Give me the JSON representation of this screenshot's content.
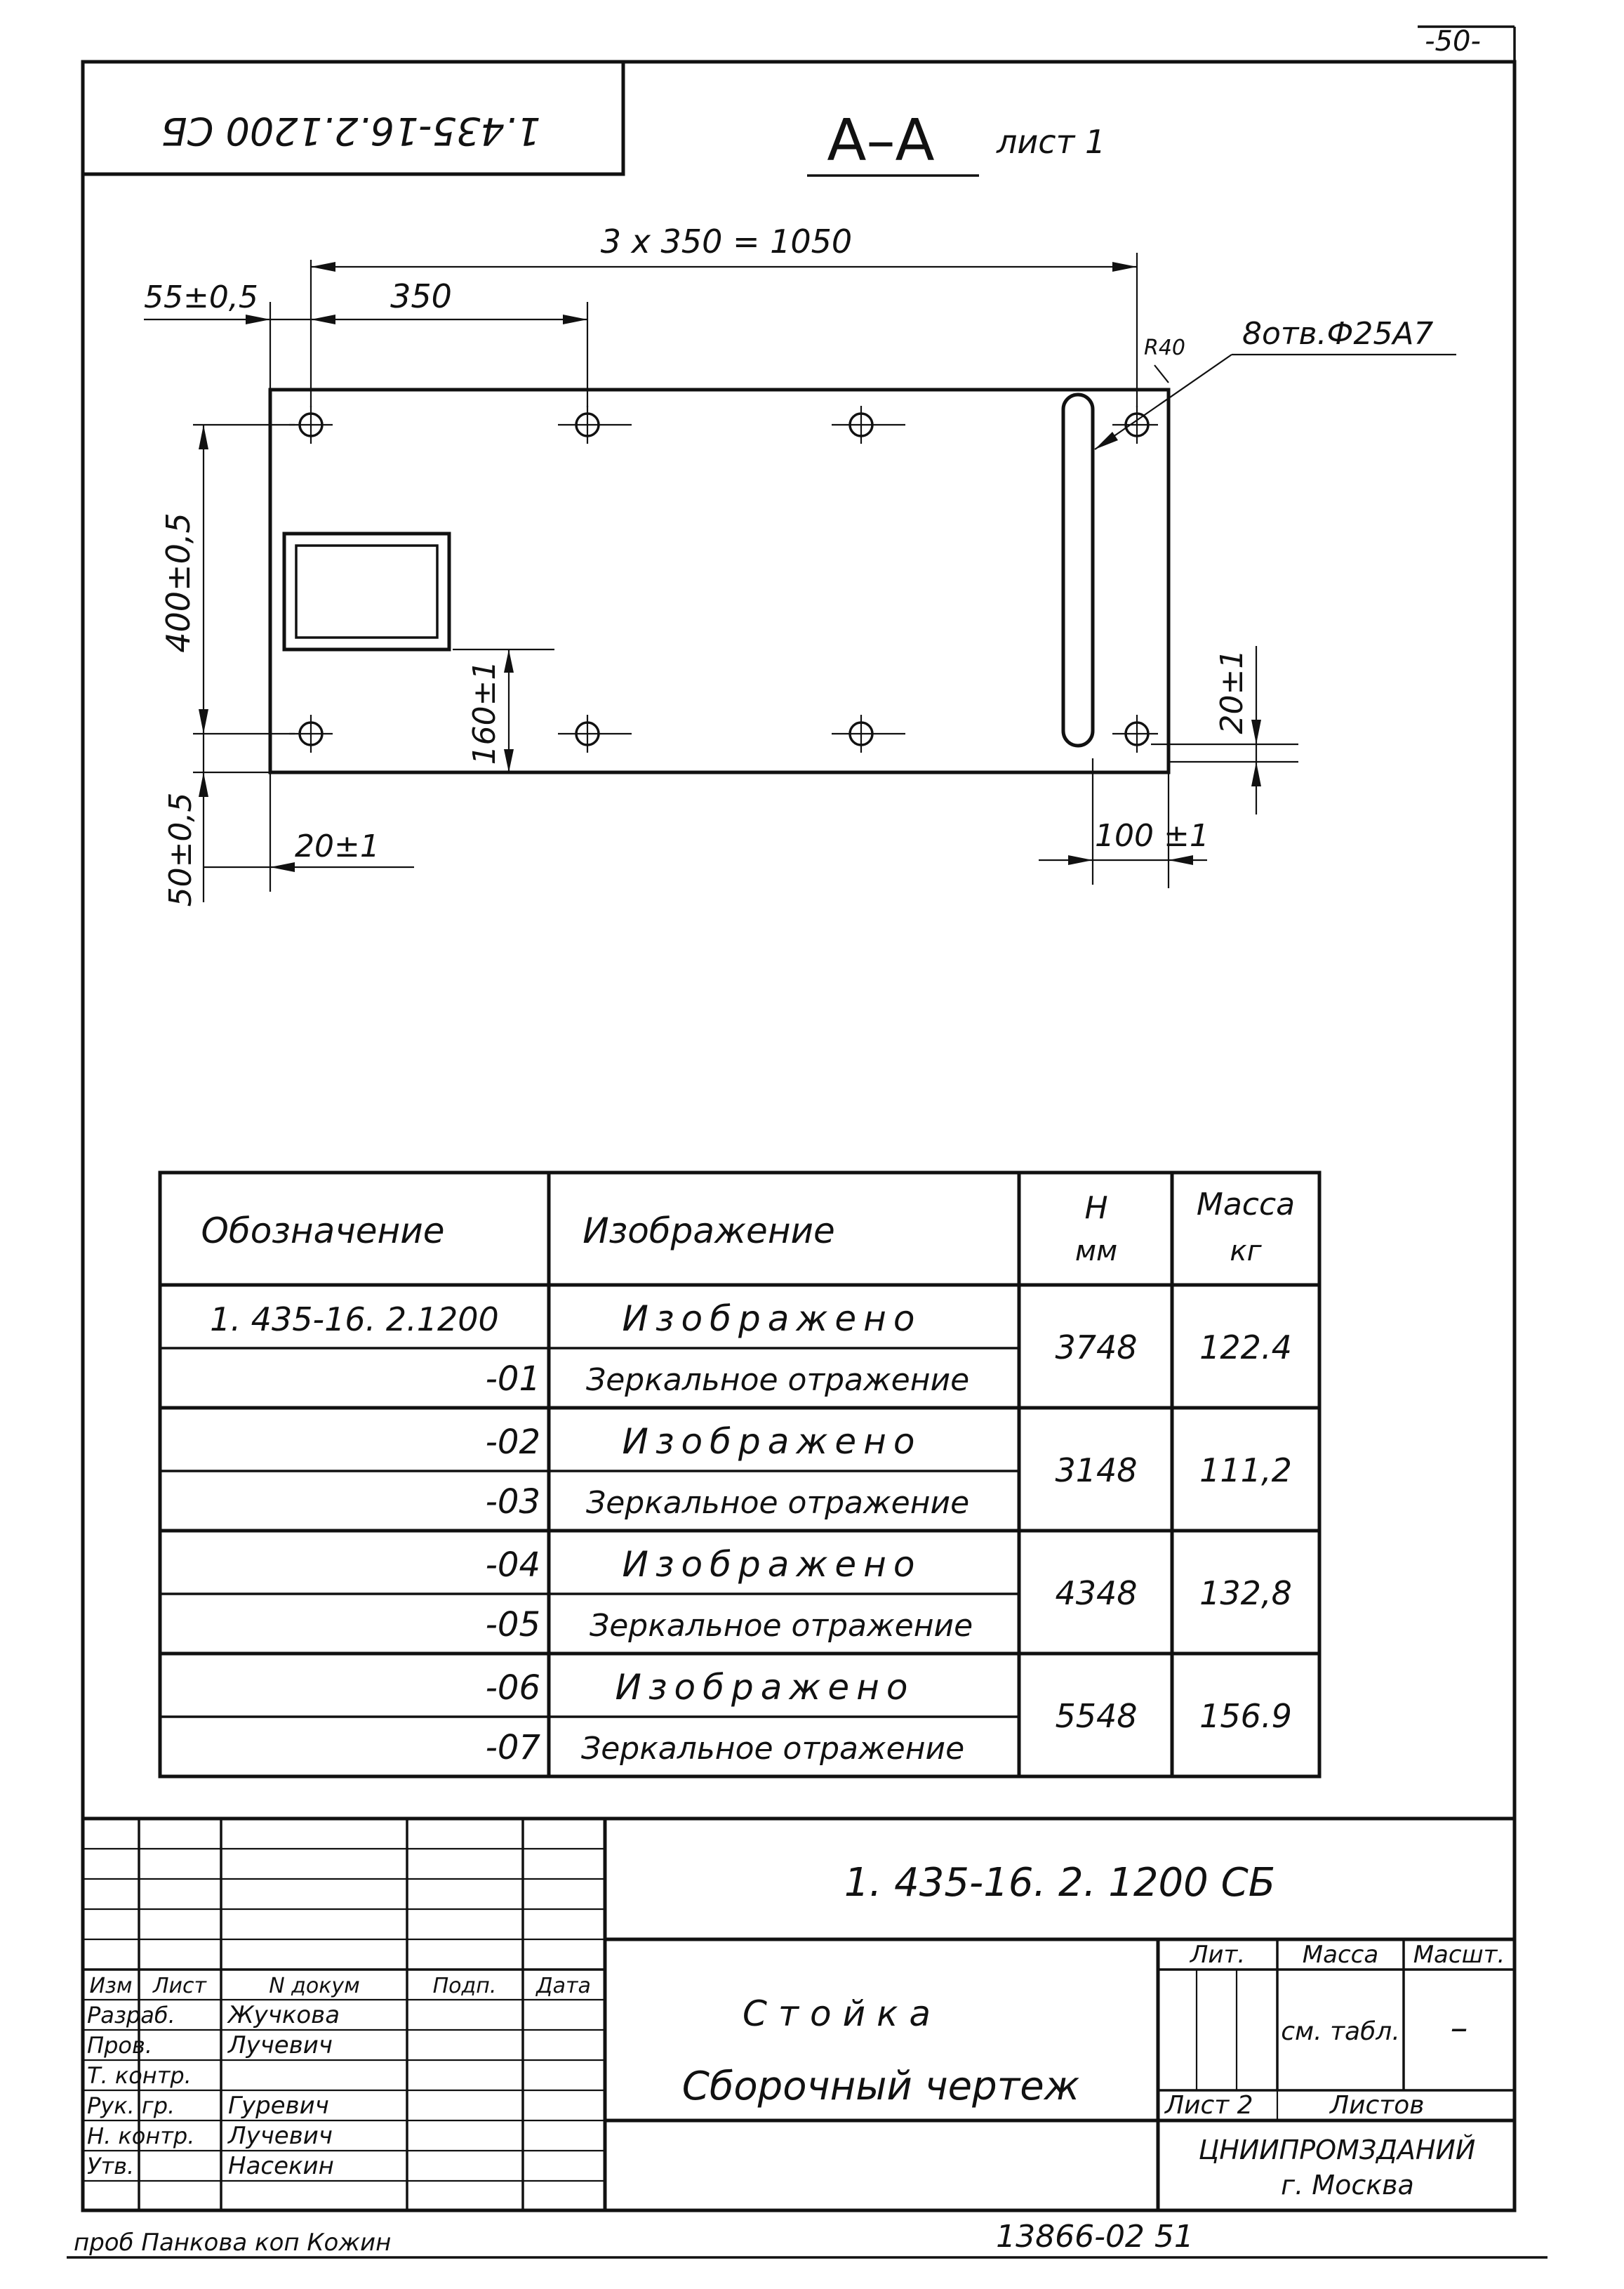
{
  "page_number": "-50-",
  "stamp_top": "1.435-16.2.1200 СБ",
  "section": {
    "title": "А–А",
    "sheet": "лист 1"
  },
  "drawing": {
    "dims": {
      "total": "3 х 350 = 1050",
      "pitch": "350",
      "edge_x": "55±0,5",
      "holes": "8отв.Ф25А7",
      "radius": "R40",
      "height": "400±0,5",
      "window": "160±1",
      "edge_y": "50±0,5",
      "inset_left": "20±1",
      "inset_right": "20±1",
      "slot": "100 ±1"
    }
  },
  "table": {
    "headers": {
      "designation": "Обозначение",
      "image": "Изображение",
      "h": "Н",
      "h_unit": "мм",
      "mass": "Масса",
      "mass_unit": "кг"
    },
    "rows": [
      {
        "designation": "1. 435-16. 2.1200",
        "image": "Изображено"
      },
      {
        "designation": "-01",
        "image": "Зеркальное отражение"
      },
      {
        "designation": "-02",
        "image": "Изображено"
      },
      {
        "designation": "-03",
        "image": "Зеркальное отражение"
      },
      {
        "designation": "-04",
        "image": "Изображено"
      },
      {
        "designation": "-05",
        "image": "Зеркальное отражение"
      },
      {
        "designation": "-06",
        "image": "Изображено"
      },
      {
        "designation": "-07",
        "image": "Зеркальное отражение"
      }
    ],
    "groups": [
      {
        "h": "3748",
        "mass": "122.4"
      },
      {
        "h": "3148",
        "mass": "111,2"
      },
      {
        "h": "4348",
        "mass": "132,8"
      },
      {
        "h": "5548",
        "mass": "156.9"
      }
    ]
  },
  "title_block": {
    "code": "1. 435-16. 2. 1200 СБ",
    "name": "Стойка",
    "doc_type": "Сборочный чертеж",
    "headers": {
      "izm": "Изм",
      "list": "Лист",
      "doc": "N докум",
      "sign": "Подп.",
      "date": "Дата",
      "lit": "Лит.",
      "mass": "Масса",
      "scale": "Масшт."
    },
    "mass_value": "см. табл.",
    "scale_value": "–",
    "sheet_label": "Лист 2",
    "sheets_label": "Листов",
    "org": "ЦНИИПРОМЗДАНИЙ",
    "city": "г. Москва",
    "roles": [
      {
        "role": "Разраб.",
        "name": "Жучкова"
      },
      {
        "role": "Пров.",
        "name": "Лучевич"
      },
      {
        "role": "Т. контр.",
        "name": ""
      },
      {
        "role": "Рук. гр.",
        "name": "Гуревич"
      },
      {
        "role": "Н. контр.",
        "name": "Лучевич"
      },
      {
        "role": "Утв.",
        "name": "Насекин"
      }
    ]
  },
  "footer": {
    "left": "проб Панкова  коп  Кожин",
    "number": "13866-02 51"
  }
}
